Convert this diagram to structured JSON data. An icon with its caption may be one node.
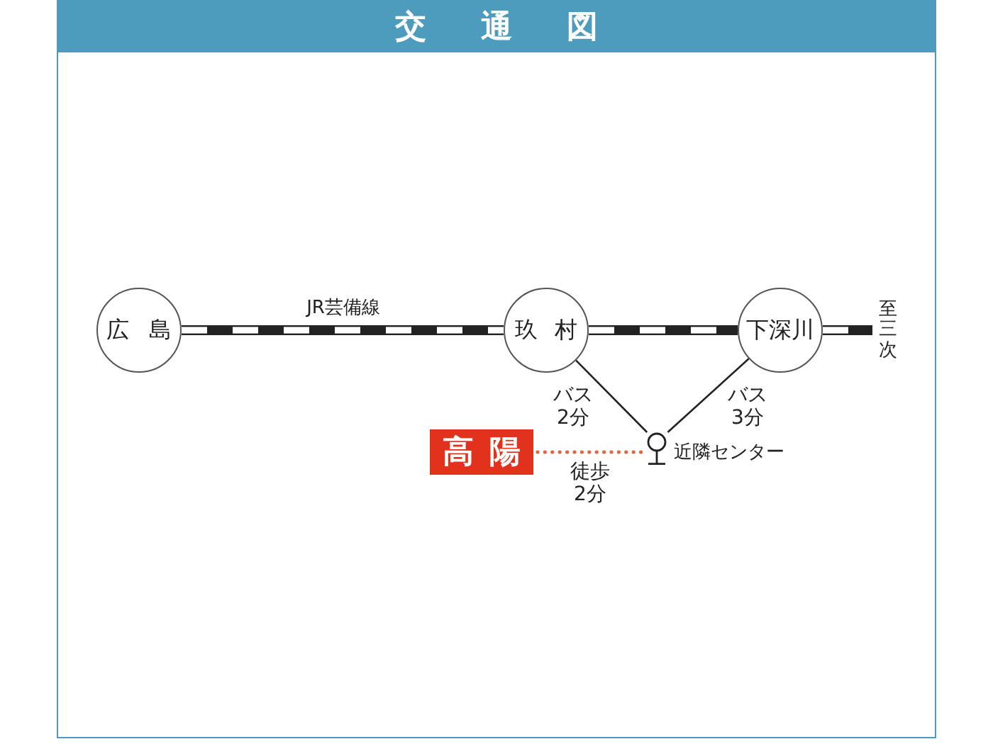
{
  "diagram": {
    "title": "交通図",
    "nodes": [
      {
        "text": [
          "広島"
        ]
      },
      {
        "text": [
          "玖村"
        ]
      },
      {
        "text": [
          "下深川"
        ]
      },
      {
        "text": [
          "至三次"
        ]
      },
      {
        "text": [
          "高陽"
        ]
      },
      {
        "text": [],
        "shape": "circle",
        "beside": [
          "近隣センター"
        ]
      }
    ],
    "edges": [
      {
        "from": 0,
        "to": 1,
        "arrow": "none",
        "label": "JR芸備線",
        "style": "thick"
      },
      {
        "from": 1,
        "to": 2,
        "arrow": "none",
        "style": "thick"
      },
      {
        "from": 2,
        "to": 3,
        "arrow": "none",
        "style": "thick"
      },
      {
        "from": 1,
        "to": 5,
        "arrow": "none",
        "label": "バス2分"
      },
      {
        "from": 2,
        "to": 5,
        "arrow": "none",
        "label": "バス3分"
      },
      {
        "from": 4,
        "to": 5,
        "arrow": "none",
        "label": "徒歩2分",
        "style": "dashed",
        "color": "#e8643c"
      }
    ]
  }
}
